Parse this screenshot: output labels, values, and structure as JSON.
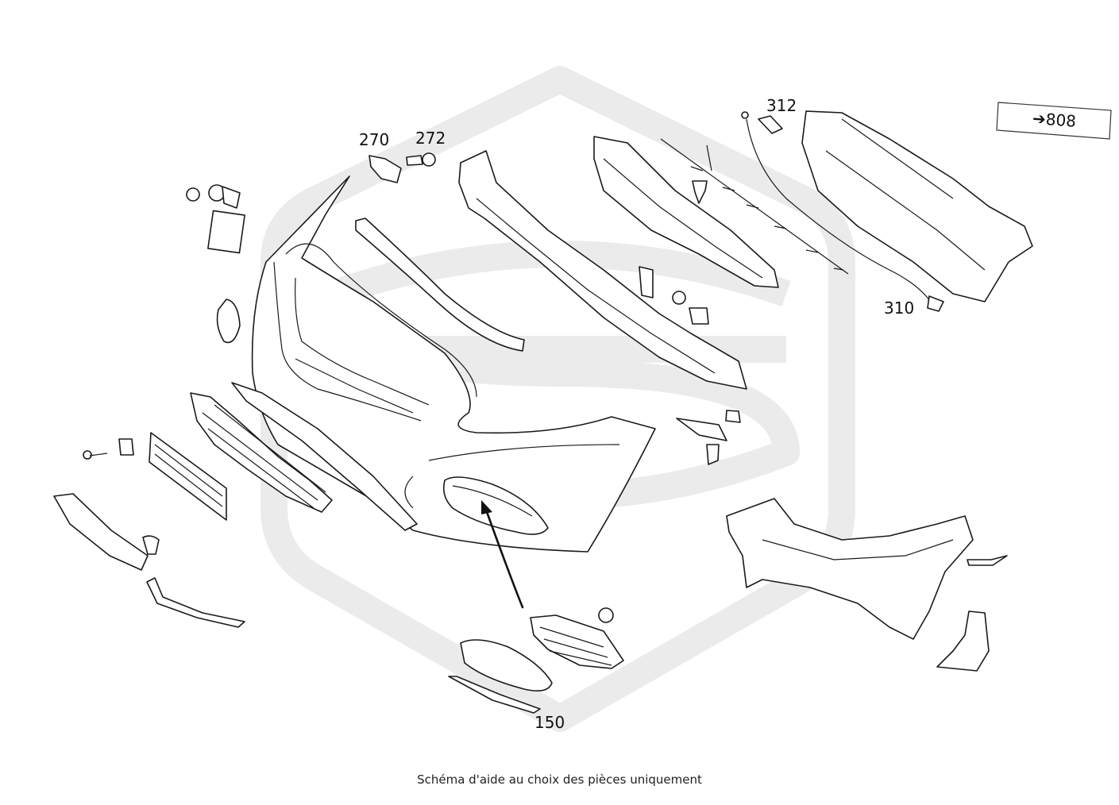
{
  "caption": "Schéma d'aide au choix des pièces uniquement",
  "reference_box": {
    "arrow_glyph": "➔",
    "label": "808"
  },
  "part_labels": {
    "p270": "270",
    "p272": "272",
    "p312": "312",
    "p310": "310",
    "p150": "150"
  }
}
